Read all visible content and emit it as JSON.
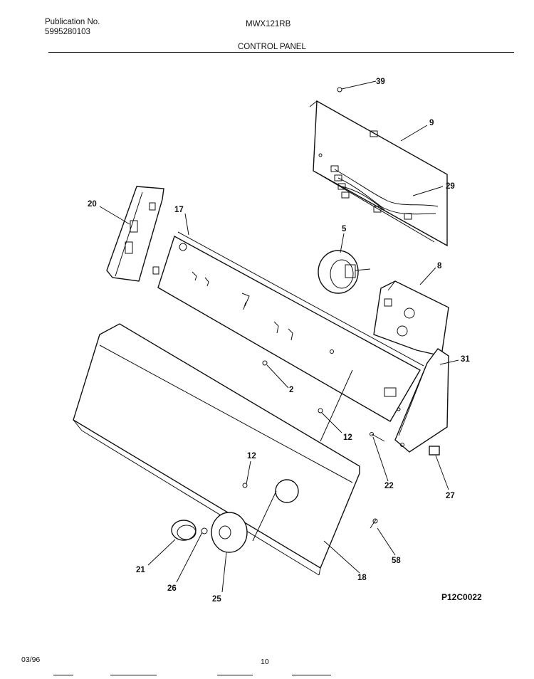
{
  "header": {
    "publication_label": "Publication No.",
    "publication_number": "5995280103",
    "model": "MWX121RB",
    "section_title": "CONTROL PANEL"
  },
  "callouts": {
    "c39": "39",
    "c9": "9",
    "c29": "29",
    "c20": "20",
    "c17": "17",
    "c5": "5",
    "c8": "8",
    "c31": "31",
    "c2": "2",
    "c12a": "12",
    "c12b": "12",
    "c22": "22",
    "c27": "27",
    "c21": "21",
    "c26": "26",
    "c25": "25",
    "c18": "18",
    "c58": "58"
  },
  "footer": {
    "date": "03/96",
    "page_number": "10",
    "diagram_code": "P12C0022"
  }
}
